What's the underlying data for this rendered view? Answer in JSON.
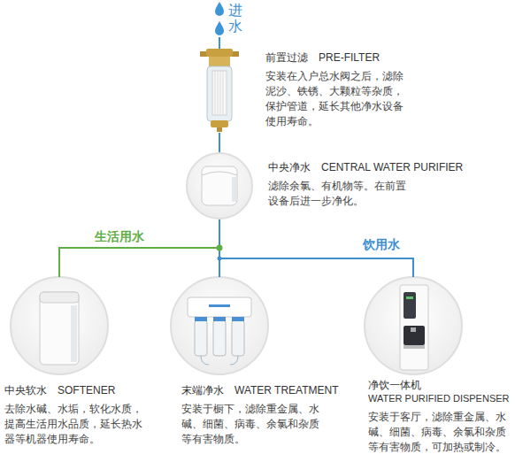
{
  "diagram": {
    "nodes": [
      {
        "text": [
          "前置过滤　PRE-FILTER",
          "安装在入户总水阀之后，滤除泥沙、铁锈、大颗粒等杂质，保护管道，延长其他净水设备使用寿命。"
        ]
      },
      {
        "text": [
          "中央净水　CENTRAL WATER PURIFIER",
          "滤除余氯、有机物等。在前置设备后进一步净化。"
        ]
      },
      {
        "text": [
          "中央软水　SOFTENER",
          "去除水碱、水垢，软化水质，提高生活用水品质，延长热水器等机器使用寿命。"
        ]
      },
      {
        "text": [
          "末端净水　WATER TREATMENT",
          "安装于橱下，滤除重金属、水碱、细菌、病毒、余氯和杂质等有害物质。"
        ]
      },
      {
        "text": [
          "净饮一体机",
          "WATER PURIFIED DISPENSER",
          "安装于客厅，滤除重金属、水碱、细菌、病毒、余氯和杂质等有害物质，可加热或制冷。"
        ]
      }
    ],
    "edges": [
      {
        "from": 0,
        "to": 1,
        "arrow": "none"
      },
      {
        "from": 1,
        "to": 2,
        "label": "生活用水",
        "arrow": "none"
      },
      {
        "from": 1,
        "to": 3,
        "arrow": "none"
      },
      {
        "from": 1,
        "to": 4,
        "label": "饮用水",
        "arrow": "none"
      }
    ],
    "labels": [
      "进水"
    ]
  }
}
